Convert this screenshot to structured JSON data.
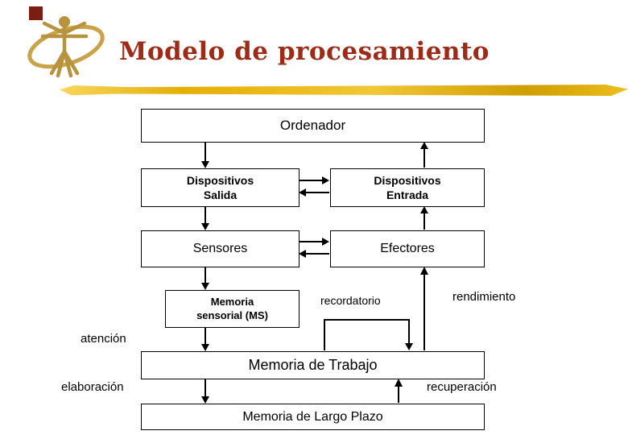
{
  "header": {
    "title": "Modelo de procesamiento"
  },
  "diagram": {
    "ordenador": "Ordenador",
    "dispositivos_salida": {
      "line1": "Dispositivos",
      "line2": "Salida"
    },
    "dispositivos_entrada": {
      "line1": "Dispositivos",
      "line2": "Entrada"
    },
    "sensores": "Sensores",
    "efectores": "Efectores",
    "memoria_sensorial": {
      "line1": "Memoria",
      "line2": "sensorial (MS)"
    },
    "memoria_trabajo": "Memoria de Trabajo",
    "memoria_largo_plazo": "Memoria de Largo Plazo",
    "labels": {
      "recordatorio": "recordatorio",
      "rendimiento": "rendimiento",
      "atencion": "atención",
      "elaboracion": "elaboración",
      "recuperacion": "recuperación"
    }
  },
  "colors": {
    "title": "#9e2b18",
    "gold": "#e4af05",
    "logo_tan": "#b8933e",
    "logo_square": "#7b1d10",
    "line": "#000000"
  }
}
